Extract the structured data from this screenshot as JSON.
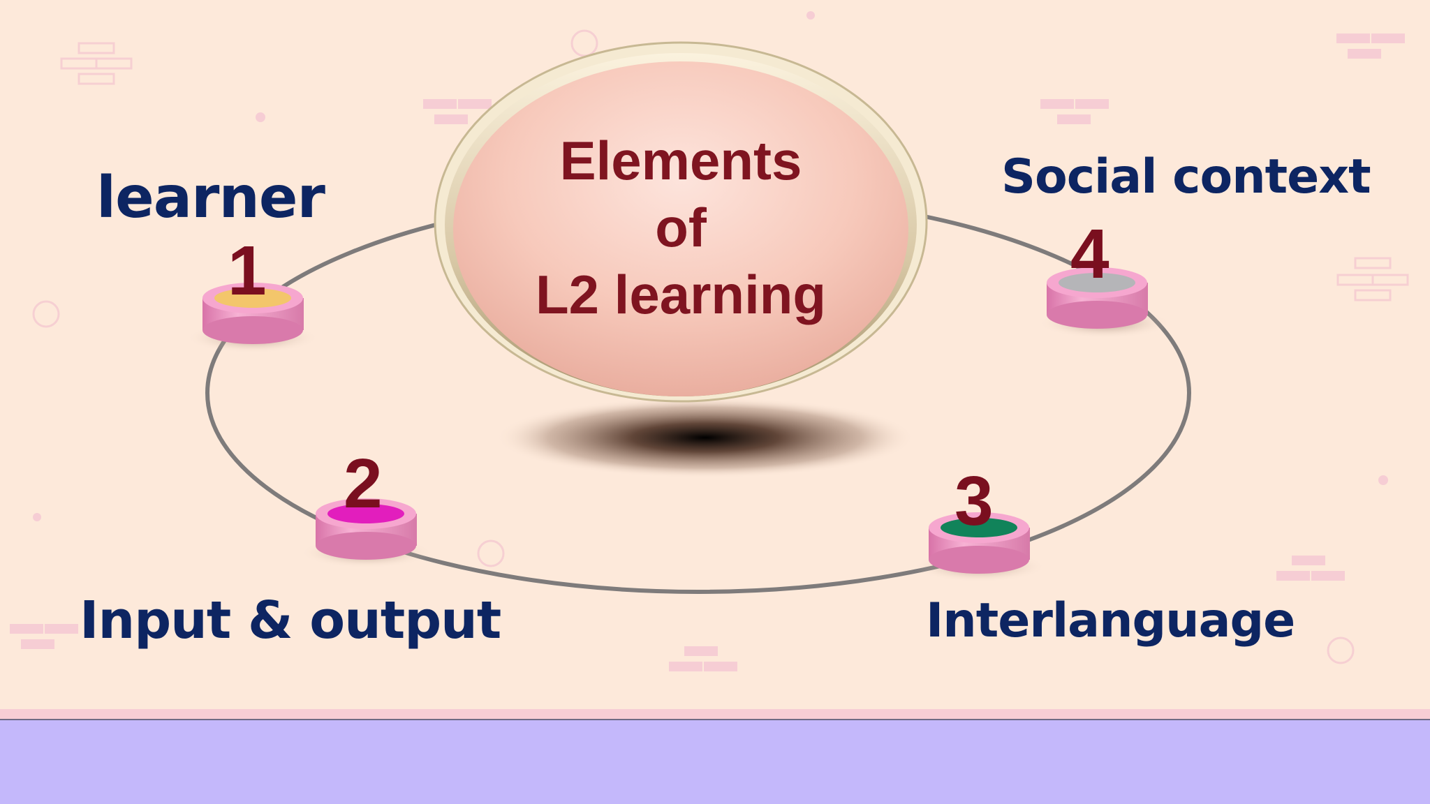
{
  "diagram": {
    "center": {
      "line1": "Elements",
      "line2": "of",
      "line3": "L2 learning"
    },
    "nodes": [
      {
        "number": "1",
        "label": "learner",
        "color": "#f3c66b"
      },
      {
        "number": "2",
        "label": "Input & output",
        "color": "#e21ebd"
      },
      {
        "number": "3",
        "label": "Interlanguage",
        "color": "#11835a"
      },
      {
        "number": "4",
        "label": "Social context",
        "color": "#b5b5b8"
      }
    ]
  },
  "colors": {
    "background": "#fde9da",
    "label_text": "#0d2562",
    "number_text": "#7a0f1f",
    "bottom_bar": "#c4b8fb",
    "disc_side": "#ef9cc6"
  }
}
